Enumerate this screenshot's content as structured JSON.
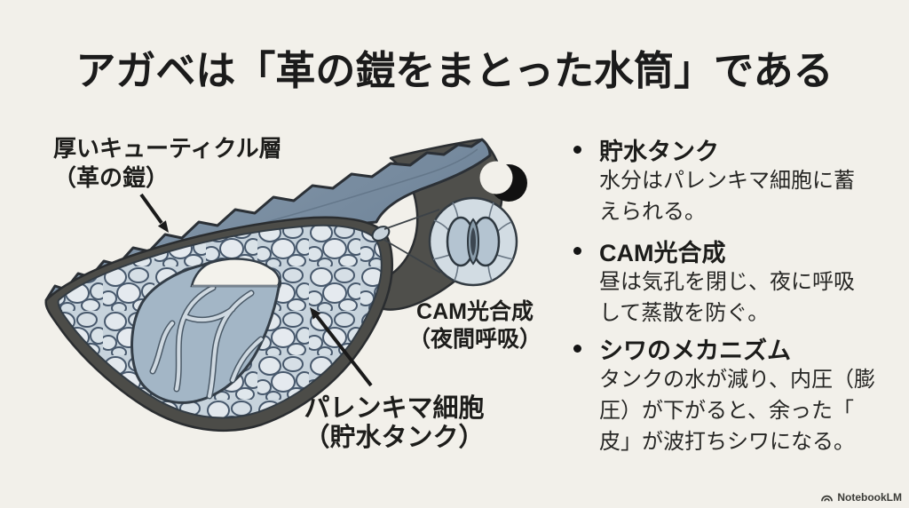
{
  "title": "アガベは「革の鎧をまとった水筒」である",
  "diagram_labels": {
    "cuticle": {
      "line1": "厚いキューティクル層",
      "line2": "（革の鎧）"
    },
    "stoma": {
      "line1": "CAM光合成",
      "line2": "（夜間呼吸）"
    },
    "parenchyma": {
      "line1": "パレンキマ細胞",
      "line2": "（貯水タンク）"
    }
  },
  "bullets": [
    {
      "heading": "貯水タンク",
      "lines": [
        "水分はパレンキマ細胞に蓄",
        "えられる。"
      ]
    },
    {
      "heading": "CAM光合成",
      "lines": [
        "昼は気孔を閉じ、夜に呼吸",
        "して蒸散を防ぐ。"
      ]
    },
    {
      "heading": "シワのメカニズム",
      "lines": [
        "タンクの水が減り、内圧（膨",
        "圧）が下がると、余った「",
        "皮」が波打ちシワになる。"
      ]
    }
  ],
  "footer": {
    "brand": "NotebookLM"
  },
  "icons": {
    "moon": "crescent-moon",
    "stoma_inset": "stoma-cross-section-magnifier",
    "brand_logo": "notebooklm-arc"
  },
  "colors": {
    "background": "#f2f0ea",
    "title_text": "#1b1b1b",
    "body_text": "#262624",
    "leaf_surface_blue": "#7e93a7",
    "cuticle_dark": "#4c4c48",
    "cell_fill_light": "#dfe6ec",
    "cell_outline": "#47586c",
    "water_tank_blue": "#a3b6c6",
    "air_pocket_white": "#f3f2ec",
    "moon_black": "#111111"
  }
}
